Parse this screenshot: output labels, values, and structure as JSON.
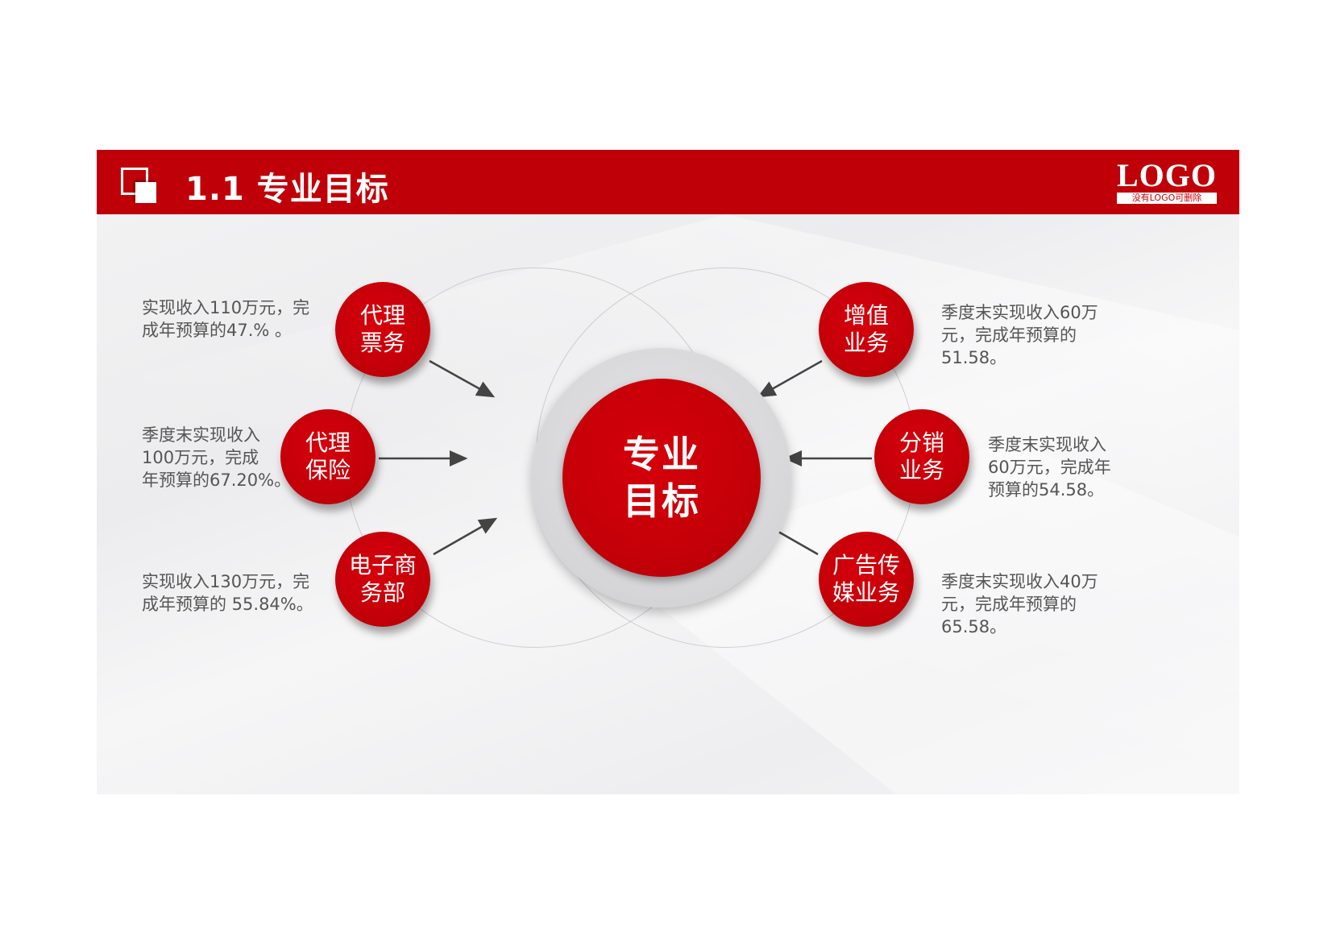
{
  "header": {
    "title": "1.1 专业目标",
    "icon": "overlapping-squares-icon",
    "logo": {
      "main": "LOGO",
      "sub": "没有LOGO可删除"
    }
  },
  "colors": {
    "primary_red": "#c00008",
    "text_gray": "#555555",
    "background": "#f0f0f1"
  },
  "hub": {
    "label": "专业目标"
  },
  "nodes": [
    {
      "label": "代理票务",
      "side": "left",
      "description": "实现收入110万元，完\n成年预算的47.% 。"
    },
    {
      "label": "代理保险",
      "side": "left",
      "description": "季度末实现收入\n100万元，完成\n年预算的67.20%。"
    },
    {
      "label": "电子商务部",
      "side": "left",
      "description": "实现收入130万元，完\n成年预算的 55.84%。"
    },
    {
      "label": "增值业务",
      "side": "right",
      "description": "季度末实现收入60万\n元，完成年预算的\n51.58。"
    },
    {
      "label": "分销业务",
      "side": "right",
      "description": "季度末实现收入\n60万元，完成年\n预算的54.58。"
    },
    {
      "label": "广告传媒业务",
      "side": "right",
      "description": "季度末实现收入40万\n元，完成年预算的\n65.58。"
    }
  ]
}
